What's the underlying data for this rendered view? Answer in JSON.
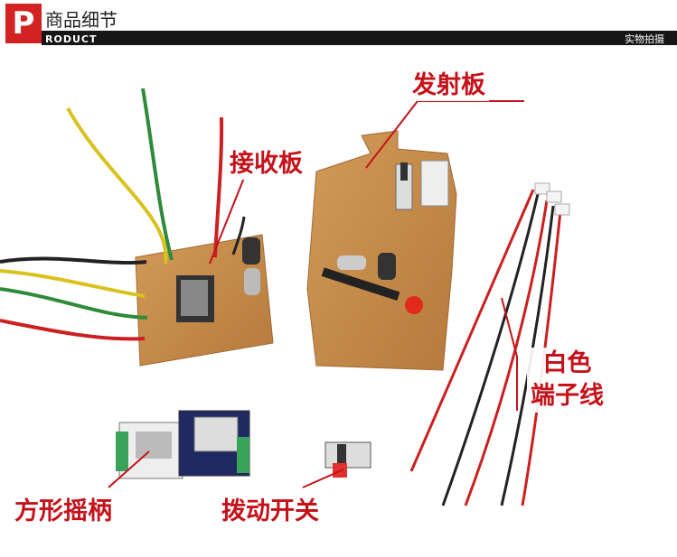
{
  "header": {
    "logo_letter": "P",
    "title_cn": "商品细节",
    "title_en": "RODUCT",
    "right_text": "实物拍摄"
  },
  "labels": {
    "receiver": "接收板",
    "transmitter": "发射板",
    "white_line_1": "白色",
    "white_line_2": "端子线",
    "joystick": "方形摇柄",
    "switch": "拨动开关"
  },
  "colors": {
    "accent": "#d22222",
    "label_text": "#c5121a",
    "bar": "#161616",
    "pcb": "#c48a4b"
  }
}
